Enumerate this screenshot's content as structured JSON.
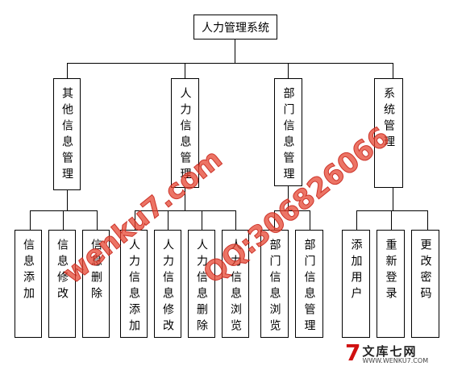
{
  "root": "人力管理系统",
  "modules": [
    {
      "label": "其他信息管理",
      "children": [
        "信息添加",
        "信息修改",
        "信息删除"
      ]
    },
    {
      "label": "人力信息管理",
      "children": [
        "人力信息添加",
        "人力信息修改",
        "人力信息删除",
        "人力信息浏览"
      ]
    },
    {
      "label": "部门信息管理",
      "children": [
        "部门信息浏览",
        "部门信息管理"
      ]
    },
    {
      "label": "系统管理",
      "children": [
        "添加用户",
        "重新登录",
        "更改密码"
      ]
    }
  ],
  "watermark": {
    "line1": "wenku7.com",
    "line2": "QQ:306826066"
  },
  "logo": {
    "mark": "7",
    "name": "文库七网",
    "url": "WWW.WENKU7.COM"
  }
}
